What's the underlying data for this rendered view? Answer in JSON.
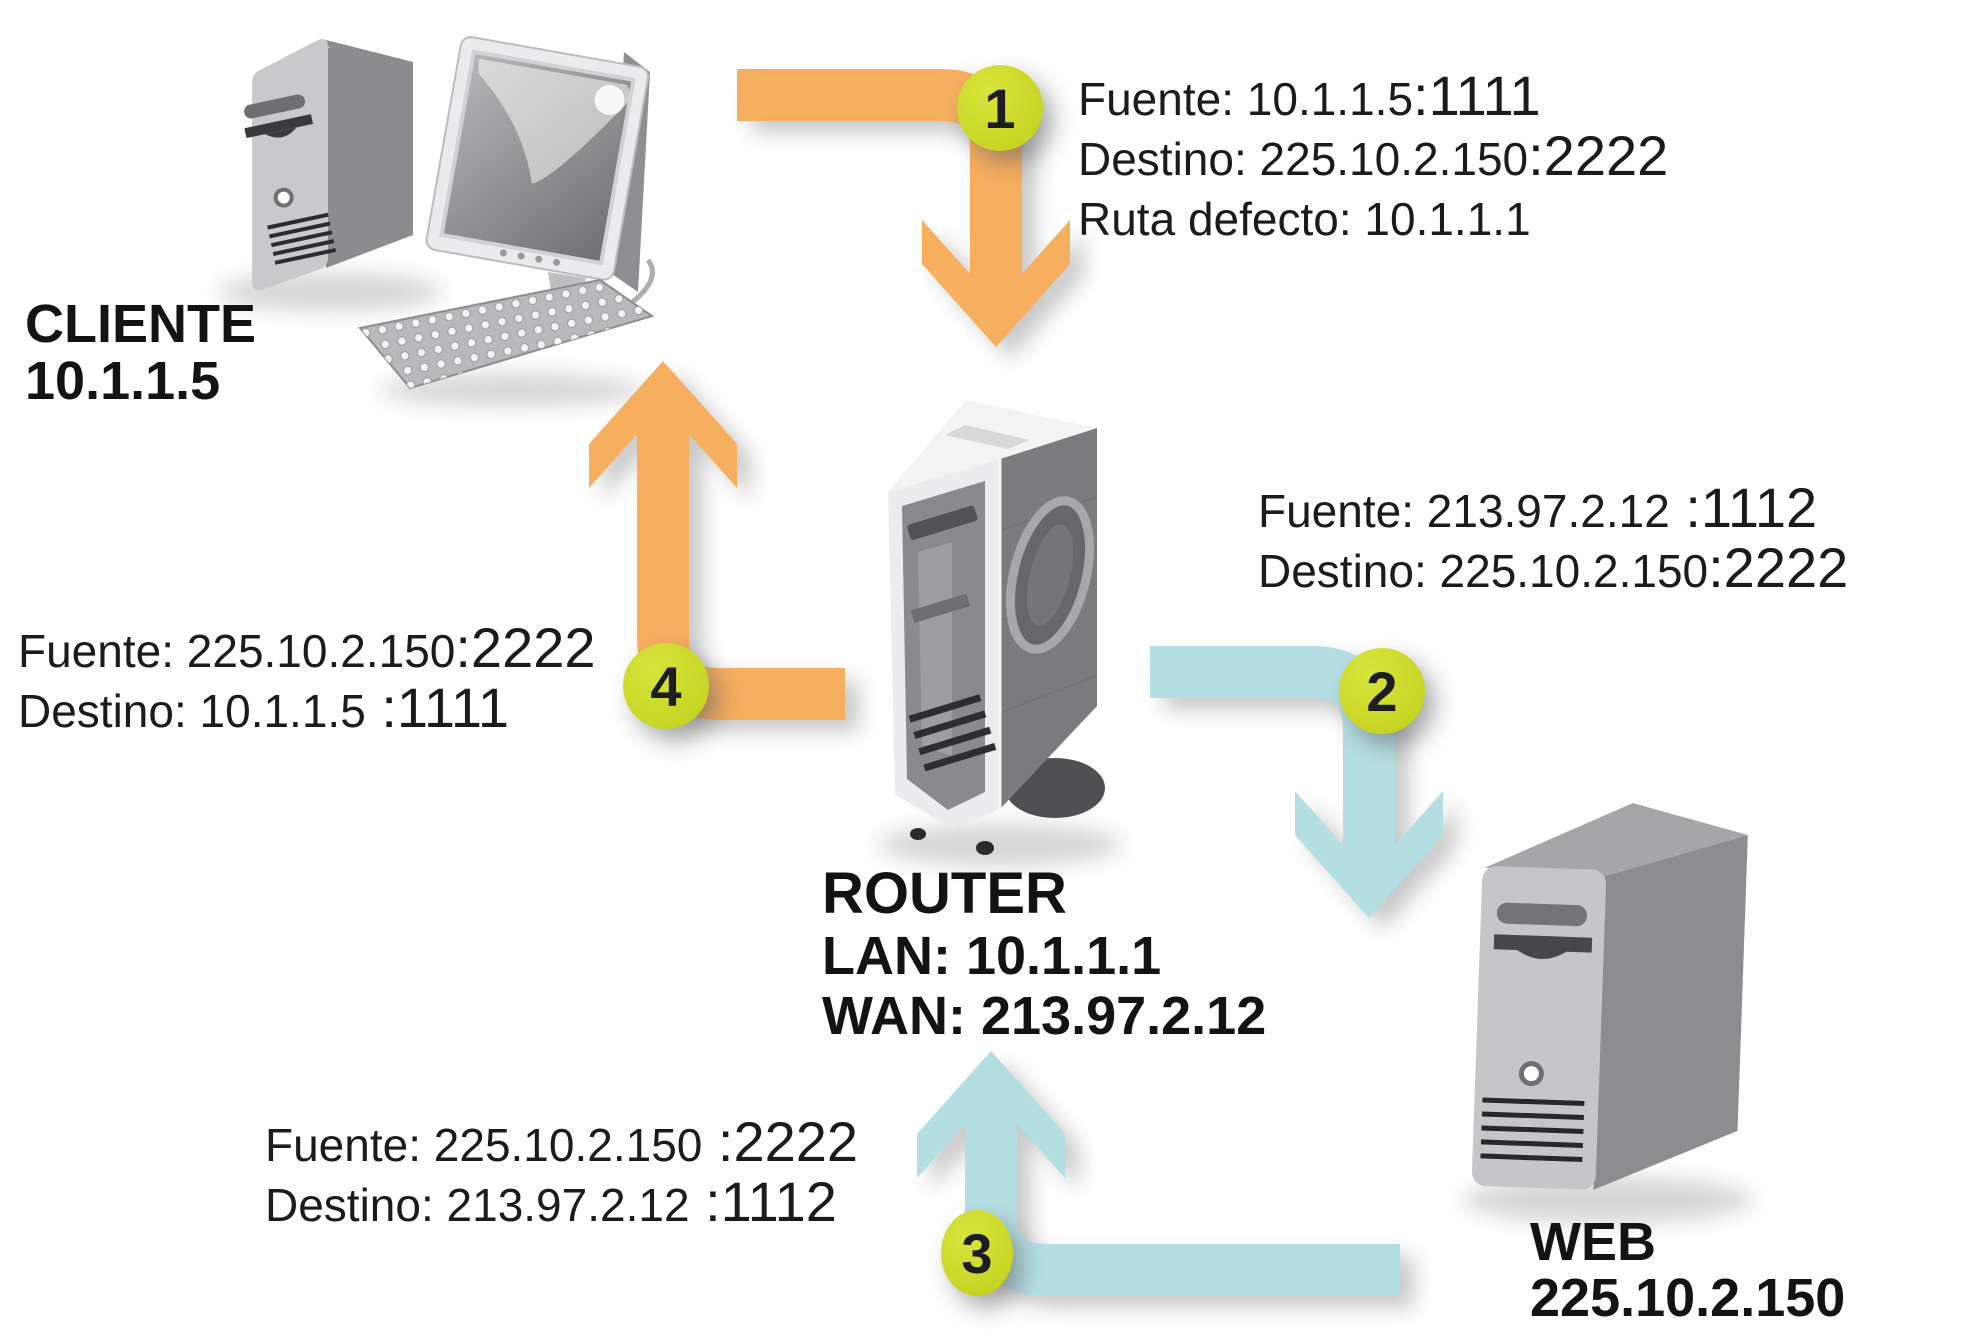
{
  "nodes": {
    "client": {
      "label": "CLIENTE",
      "ip": "10.1.1.5"
    },
    "router": {
      "label": "ROUTER",
      "lan": "LAN: 10.1.1.1",
      "wan": "WAN: 213.97.2.12"
    },
    "web": {
      "label": "WEB",
      "ip": "225.10.2.150"
    }
  },
  "steps": [
    {
      "badge": "1",
      "lines": [
        {
          "label": "Fuente: 10.1.1.5",
          "port": ":1111"
        },
        {
          "label": "Destino: 225.10.2.150",
          "port": ":2222"
        },
        {
          "label": "Ruta defecto: 10.1.1.1",
          "port": ""
        }
      ]
    },
    {
      "badge": "2",
      "lines": [
        {
          "label": "Fuente: 213.97.2.12",
          "port": " :1112"
        },
        {
          "label": "Destino: 225.10.2.150",
          "port": ":2222"
        }
      ]
    },
    {
      "badge": "3",
      "lines": [
        {
          "label": "Fuente: 225.10.2.150",
          "port": " :2222"
        },
        {
          "label": "Destino: 213.97.2.12",
          "port": " :1112"
        }
      ]
    },
    {
      "badge": "4",
      "lines": [
        {
          "label": "Fuente: 225.10.2.150",
          "port": ":2222"
        },
        {
          "label": "Destino: 10.1.1.5",
          "port": " :1111"
        }
      ]
    }
  ],
  "colors": {
    "arrow_orange": "#F6AE5F",
    "arrow_cyan": "#B5DEE3",
    "badge_green": "#C7D525",
    "text": "#1B1B1D"
  }
}
